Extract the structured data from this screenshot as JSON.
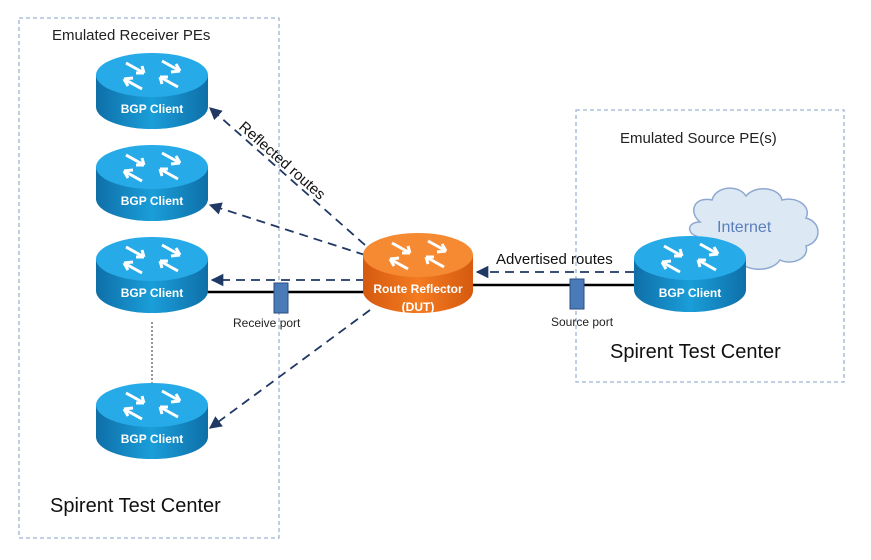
{
  "left_group": {
    "title": "Emulated  Receiver PEs",
    "footer": "Spirent Test Center"
  },
  "right_group": {
    "title": "Emulated  Source PE(s)",
    "footer": "Spirent Test Center"
  },
  "routers": {
    "client_label": "BGP Client",
    "dut_line1": "Route Reflector",
    "dut_line2": "(DUT)"
  },
  "cloud_label": "Internet",
  "edges": {
    "reflected_label": "Reflected routes",
    "advertised_label": "Advertised routes"
  },
  "ports": {
    "receive_label": "Receive port",
    "source_label": "Source port"
  },
  "colors": {
    "router_blue": "#1a9ed9",
    "router_orange": "#f47b20",
    "arrow": "#1f3864",
    "box_border": "#9db3d4",
    "port": "#4a7ab8",
    "cloud": "#dde8f5"
  }
}
